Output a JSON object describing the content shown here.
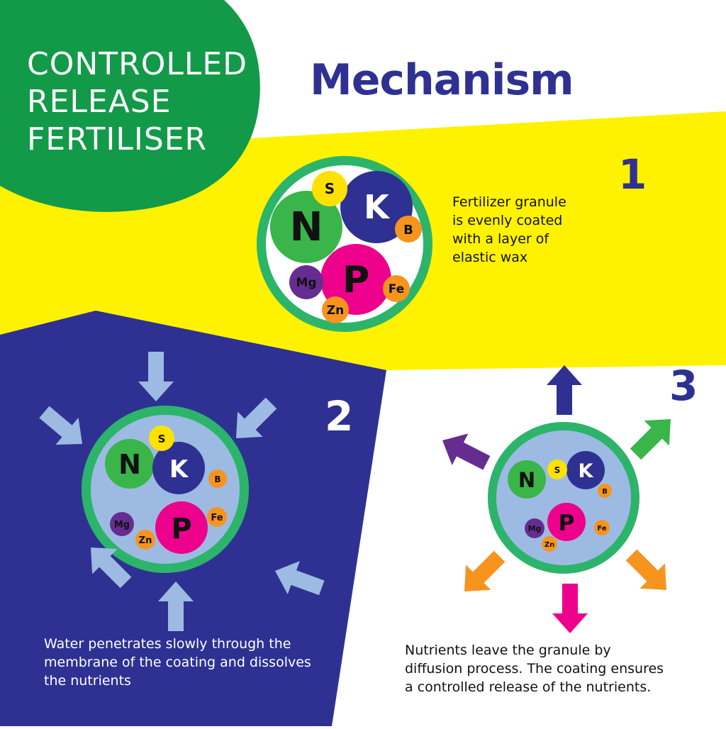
{
  "title": {
    "lines": [
      "CONTROLLED",
      "RELEASE",
      "FERTILISER"
    ]
  },
  "heading": "Mechanism",
  "colors": {
    "green": "#129a48",
    "yellow": "#fff200",
    "navy": "#2e3192",
    "light_blue": "#9dbbe2",
    "ring_green": "#2db46b",
    "magenta": "#ec008c",
    "nitrogen_green": "#39b54a",
    "sulfur_yellow": "#ffe100",
    "orange": "#f7941d",
    "purple": "#662d91",
    "arrow_purple": "#662d91",
    "arrow_green": "#39b54a"
  },
  "steps": [
    {
      "number": "1",
      "description": [
        "Fertilizer granule",
        "is evenly coated",
        "with a layer of",
        "elastic wax"
      ]
    },
    {
      "number": "2",
      "description": [
        "Water penetrates slowly through the",
        "membrane of the coating and dissolves",
        "the nutrients"
      ]
    },
    {
      "number": "3",
      "description": [
        "Nutrients leave the granule by",
        "diffusion process. The coating ensures",
        "a controlled release of the nutrients."
      ]
    }
  ],
  "nutrients": {
    "n": "N",
    "k": "K",
    "p": "P",
    "s": "S",
    "b": "B",
    "fe": "Fe",
    "zn": "Zn",
    "mg": "Mg"
  },
  "icons": {
    "inward_arrows": "arrow-inward-icon",
    "outward_arrows": "arrow-outward-icon"
  }
}
